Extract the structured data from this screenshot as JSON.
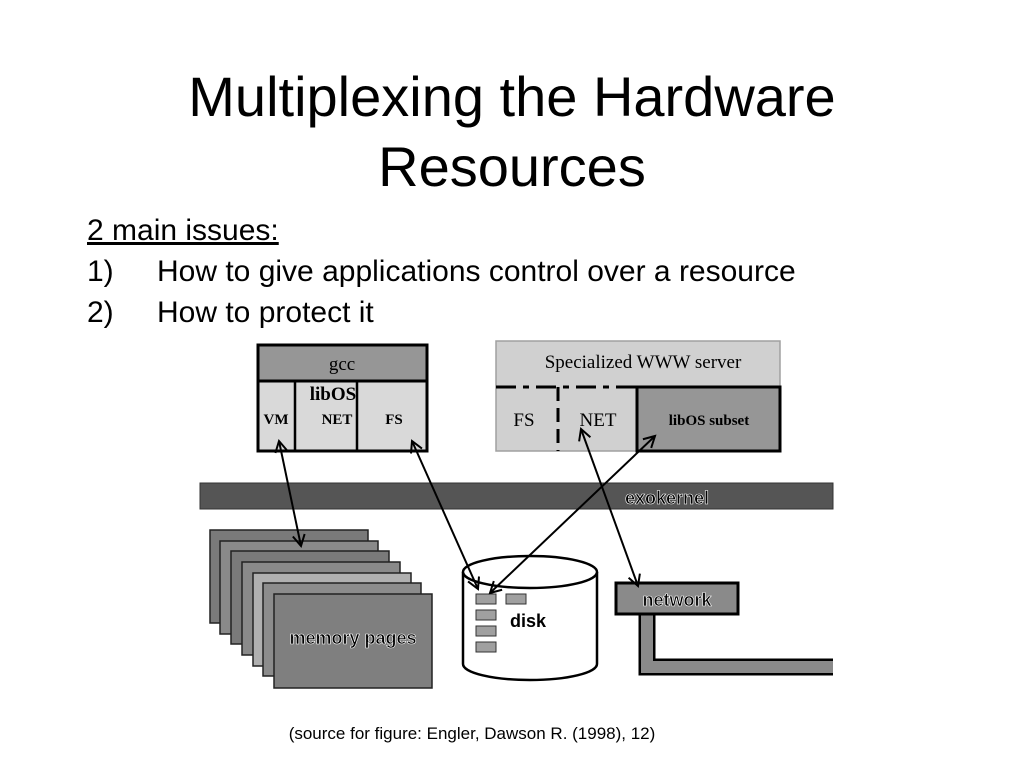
{
  "slide": {
    "title_line1": "Multiplexing the Hardware",
    "title_line2": "Resources",
    "issues_heading": "2 main issues:",
    "issues": [
      {
        "number": "1)",
        "text": "How to give applications control over a resource"
      },
      {
        "number": "2)",
        "text": "How to protect it"
      }
    ],
    "source_note": "(source for figure: Engler, Dawson R. (1998), 12)"
  },
  "diagram": {
    "gcc_box": {
      "label": "gcc",
      "libos_label": "libOS",
      "vm_label": "VM",
      "net_label": "NET",
      "fs_label": "FS"
    },
    "www_box": {
      "label": "Specialized WWW server",
      "fs_label": "FS",
      "net_label": "NET",
      "libos_subset_label": "libOS subset"
    },
    "exokernel_label": "exokernel",
    "memory_pages_label": "memory pages",
    "disk_label": "disk",
    "network_label": "network"
  }
}
